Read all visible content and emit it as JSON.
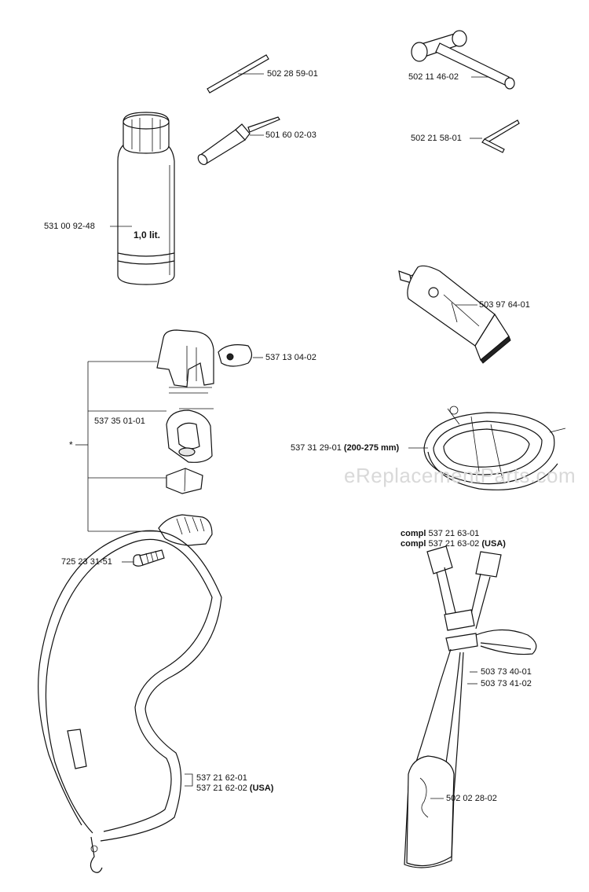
{
  "watermark": "eReplacementParts.com",
  "bottle_text": "1,0 lit.",
  "group_marker": "*",
  "labels": {
    "rod": "502 28 59-01",
    "screwdriver": "501 60 02-03",
    "bottle": "531 00 92-48",
    "combi_wrench": "502 11 46-02",
    "hex_key": "502 21 58-01",
    "grease_tube": "503 97 64-01",
    "clip_cover": "537 13 04-02",
    "clip_ring": "537 35 01-01",
    "screw": "725 23 31-51",
    "trimmer_line": "537 31 29-01",
    "trimmer_line_note": "(200-275 mm)",
    "harness_line1_prefix": "compl",
    "harness_line1": "537 21 63-01",
    "harness_line2_prefix": "compl",
    "harness_line2": "537 21 63-02",
    "harness_line2_note": "(USA)",
    "harness_buckle_a": "503 73 40-01",
    "harness_buckle_b": "503 73 41-02",
    "harness_hook": "502 02 28-02",
    "strap_a": "537 21 62-01",
    "strap_b": "537 21 62-02",
    "strap_b_note": "(USA)"
  }
}
